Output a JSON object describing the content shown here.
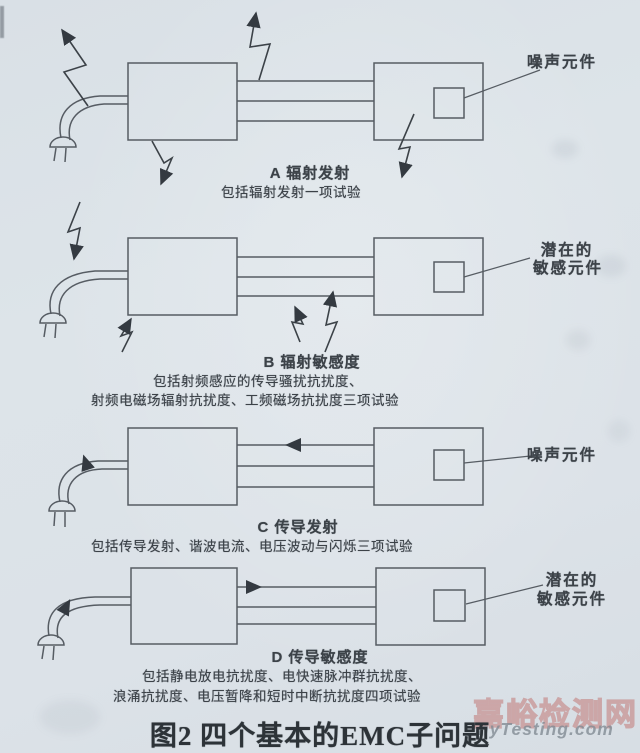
{
  "page": {
    "background_color": "#dce2e8",
    "ink_color": "#3c4248",
    "line_color": "#565c63"
  },
  "figure": {
    "caption": "图2 四个基本的EMC子问题"
  },
  "sections": [
    {
      "id": "A",
      "title": "A 辐射发射",
      "desc_lines": [
        "包括辐射发射一项试验"
      ],
      "side_label_lines": [
        "噪声元件"
      ]
    },
    {
      "id": "B",
      "title": "B 辐射敏感度",
      "desc_lines": [
        "包括射频感应的传导骚扰抗扰度、",
        "射频电磁场辐射抗扰度、工频磁场抗扰度三项试验"
      ],
      "side_label_lines": [
        "潜在的",
        "敏感元件"
      ]
    },
    {
      "id": "C",
      "title": "C 传导发射",
      "desc_lines": [
        "包括传导发射、谐波电流、电压波动与闪烁三项试验"
      ],
      "side_label_lines": [
        "噪声元件"
      ]
    },
    {
      "id": "D",
      "title": "D 传导敏感度",
      "desc_lines": [
        "包括静电放电抗扰度、电快速脉冲群抗扰度、",
        "浪涌抗扰度、电压暂降和短时中断抗扰度四项试验"
      ],
      "side_label_lines": [
        "潜在的",
        "敏感元件"
      ]
    }
  ],
  "watermark": {
    "site_name": "嘉峪检测网",
    "site_url": "nyTesting.com",
    "name_color": "#c69494",
    "url_color": "#828b94"
  }
}
